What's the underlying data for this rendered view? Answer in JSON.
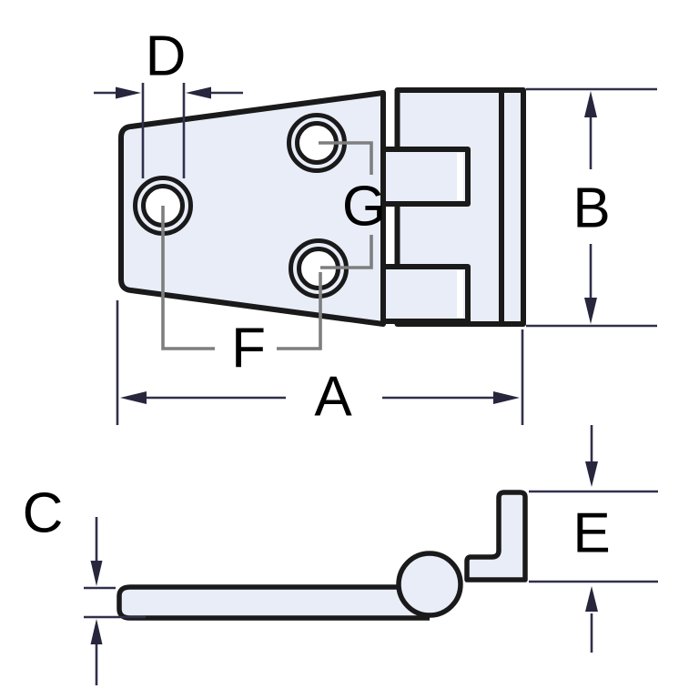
{
  "diagram_type": "hinge-dimension-drawing",
  "dims": {
    "a": "A",
    "b": "B",
    "c": "C",
    "d": "D",
    "e": "E",
    "f": "F",
    "g": "G"
  },
  "views": {
    "top_view_dimensions": [
      "D",
      "B",
      "G",
      "F",
      "A"
    ],
    "side_view_dimensions": [
      "C",
      "E"
    ],
    "mounting_hole_count": 3
  },
  "colors": {
    "background": "#ffffff",
    "part_fill": "#e9edf8",
    "part_outline": "#1a1a1a",
    "dimension_line": "#30304c",
    "arrowhead": "#26263c",
    "leader_line": "#7e7e7e",
    "label_text": "#000000"
  }
}
